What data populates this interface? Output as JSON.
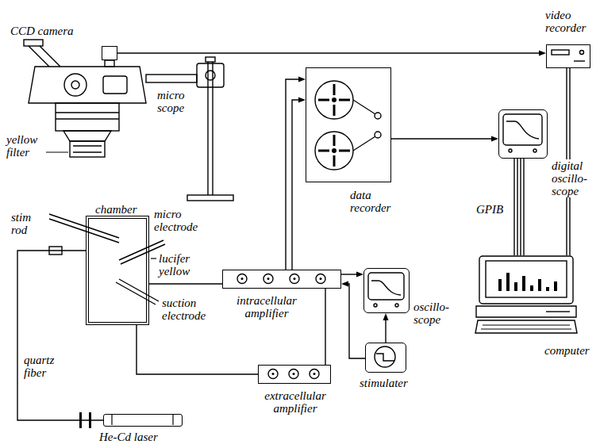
{
  "diagram": {
    "nodes": [
      {
        "text": [
          "CCD camera"
        ]
      },
      {
        "text": [
          "video recorder"
        ]
      },
      {
        "text": [
          "data recorder"
        ]
      },
      {
        "text": [
          "digital oscillo- scope"
        ]
      },
      {
        "text": [
          "chamber"
        ]
      },
      {
        "text": [
          "intracellular amplifier"
        ]
      },
      {
        "text": [
          "oscillo- scope"
        ]
      },
      {
        "text": [
          "computer"
        ]
      },
      {
        "text": [
          "extracellular amplifier"
        ]
      },
      {
        "text": [
          "stimulater"
        ]
      },
      {
        "text": [
          "He-Cd laser"
        ]
      }
    ],
    "edges": [
      {
        "from": 0,
        "to": 1,
        "arrow": "to"
      },
      {
        "from": 5,
        "to": 2,
        "arrow": "to"
      },
      {
        "from": 5,
        "to": 2,
        "arrow": "to"
      },
      {
        "from": 2,
        "to": 3,
        "arrow": "to"
      },
      {
        "from": 1,
        "to": 7,
        "arrow": "none"
      },
      {
        "from": 3,
        "to": 7,
        "arrow": "none",
        "label": "GPIB"
      },
      {
        "from": 4,
        "to": 5,
        "arrow": "none"
      },
      {
        "from": 4,
        "to": 8,
        "arrow": "none"
      },
      {
        "from": 5,
        "to": 6,
        "arrow": "to"
      },
      {
        "from": 9,
        "to": 5,
        "arrow": "to"
      },
      {
        "from": 9,
        "to": 6,
        "arrow": "to"
      },
      {
        "from": 8,
        "to": 5,
        "arrow": "none"
      },
      {
        "from": 10,
        "to": 4,
        "arrow": "none"
      }
    ],
    "labels": [
      "yellow filter",
      "micro scope",
      "stim rod",
      "micro electrode",
      "lucifer yellow",
      "suction electrode",
      "quartz fiber"
    ]
  }
}
